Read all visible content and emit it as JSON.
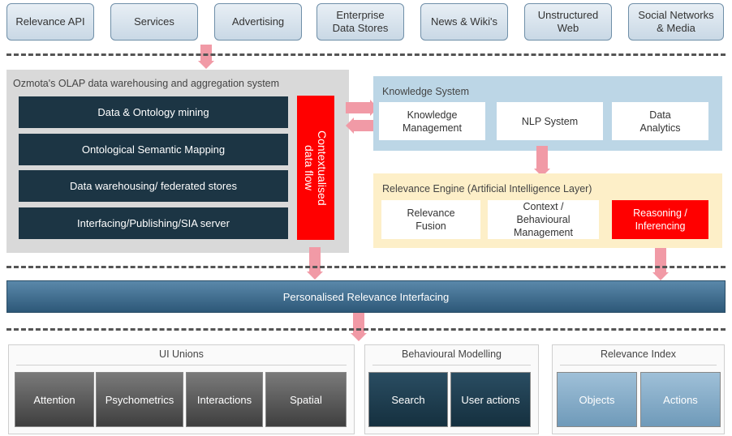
{
  "sources": [
    "Relevance API",
    "Services",
    "Advertising",
    "Enterprise\nData Stores",
    "News & Wiki's",
    "Unstructured\nWeb",
    "Social Networks\n& Media"
  ],
  "olap": {
    "title": "Ozmota's OLAP data warehousing and aggregation system",
    "rows": [
      "Data & Ontology mining",
      "Ontological  Semantic Mapping",
      "Data warehousing/ federated stores",
      "Interfacing/Publishing/SIA  server"
    ],
    "context_flow": "Contextualised\ndata flow"
  },
  "knowledge_system": {
    "title": "Knowledge System",
    "boxes": [
      "Knowledge\nManagement",
      "NLP System",
      "Data\nAnalytics"
    ]
  },
  "relevance_engine": {
    "title": "Relevance Engine (Artificial Intelligence Layer)",
    "boxes": [
      "Relevance\nFusion",
      "Context /\nBehavioural\nManagement",
      "Reasoning /\nInferencing"
    ]
  },
  "interfacing_bar": "Personalised Relevance Interfacing",
  "ui_unions": {
    "title": "UI Unions",
    "tiles": [
      "Attention",
      "Psychometrics",
      "Interactions",
      "Spatial"
    ]
  },
  "behavioural_modelling": {
    "title": "Behavioural Modelling",
    "tiles": [
      "Search",
      "User actions"
    ]
  },
  "relevance_index": {
    "title": "Relevance  Index",
    "tiles": [
      "Objects",
      "Actions"
    ]
  }
}
